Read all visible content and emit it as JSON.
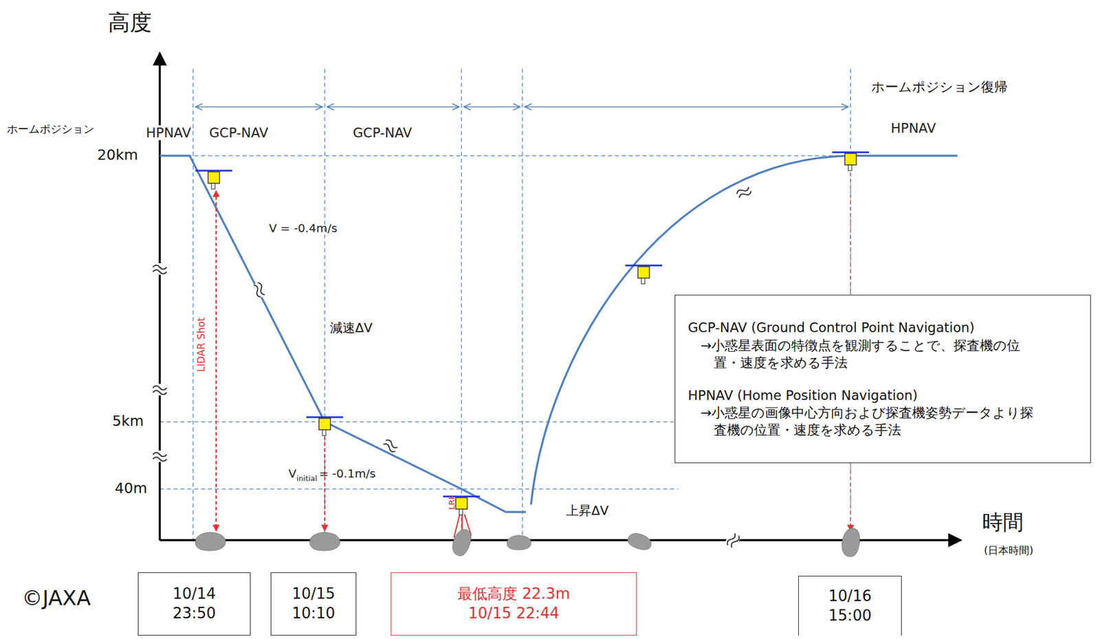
{
  "diagram": {
    "nodes": [
      {
        "text": [
          "10/14 23:50"
        ]
      },
      {
        "text": [
          "10/15 10:10"
        ]
      },
      {
        "text": [
          "最低高度 22.3m",
          "10/15 22:44"
        ]
      },
      {
        "text": [
          "10/16 15:00"
        ]
      },
      {
        "text": [
          "GCP-NAV (Ground Control Point Navigation)",
          "→小惑星表面の特徴点を観測することで、探査機の位置・速度を求める手法",
          "HPNAV (Home Position Navigation)",
          "→小惑星の画像中心方向および探査機姿勢データより探査機の位置・速度を求める手法"
        ]
      }
    ],
    "labels": [
      "高度",
      "ホームポジション",
      "20km",
      "5km",
      "40m",
      "HPNAV",
      "GCP-NAV",
      "GCP-NAV",
      "ホームポジション復帰",
      "HPNAV",
      "V = -0.4m/s",
      "減速ΔV",
      "V",
      "initial",
      "= -0.1m/s",
      "上昇ΔV",
      "LIDAR Shot",
      "LRF",
      "時間",
      "(日本時間)",
      "©JAXA"
    ]
  }
}
